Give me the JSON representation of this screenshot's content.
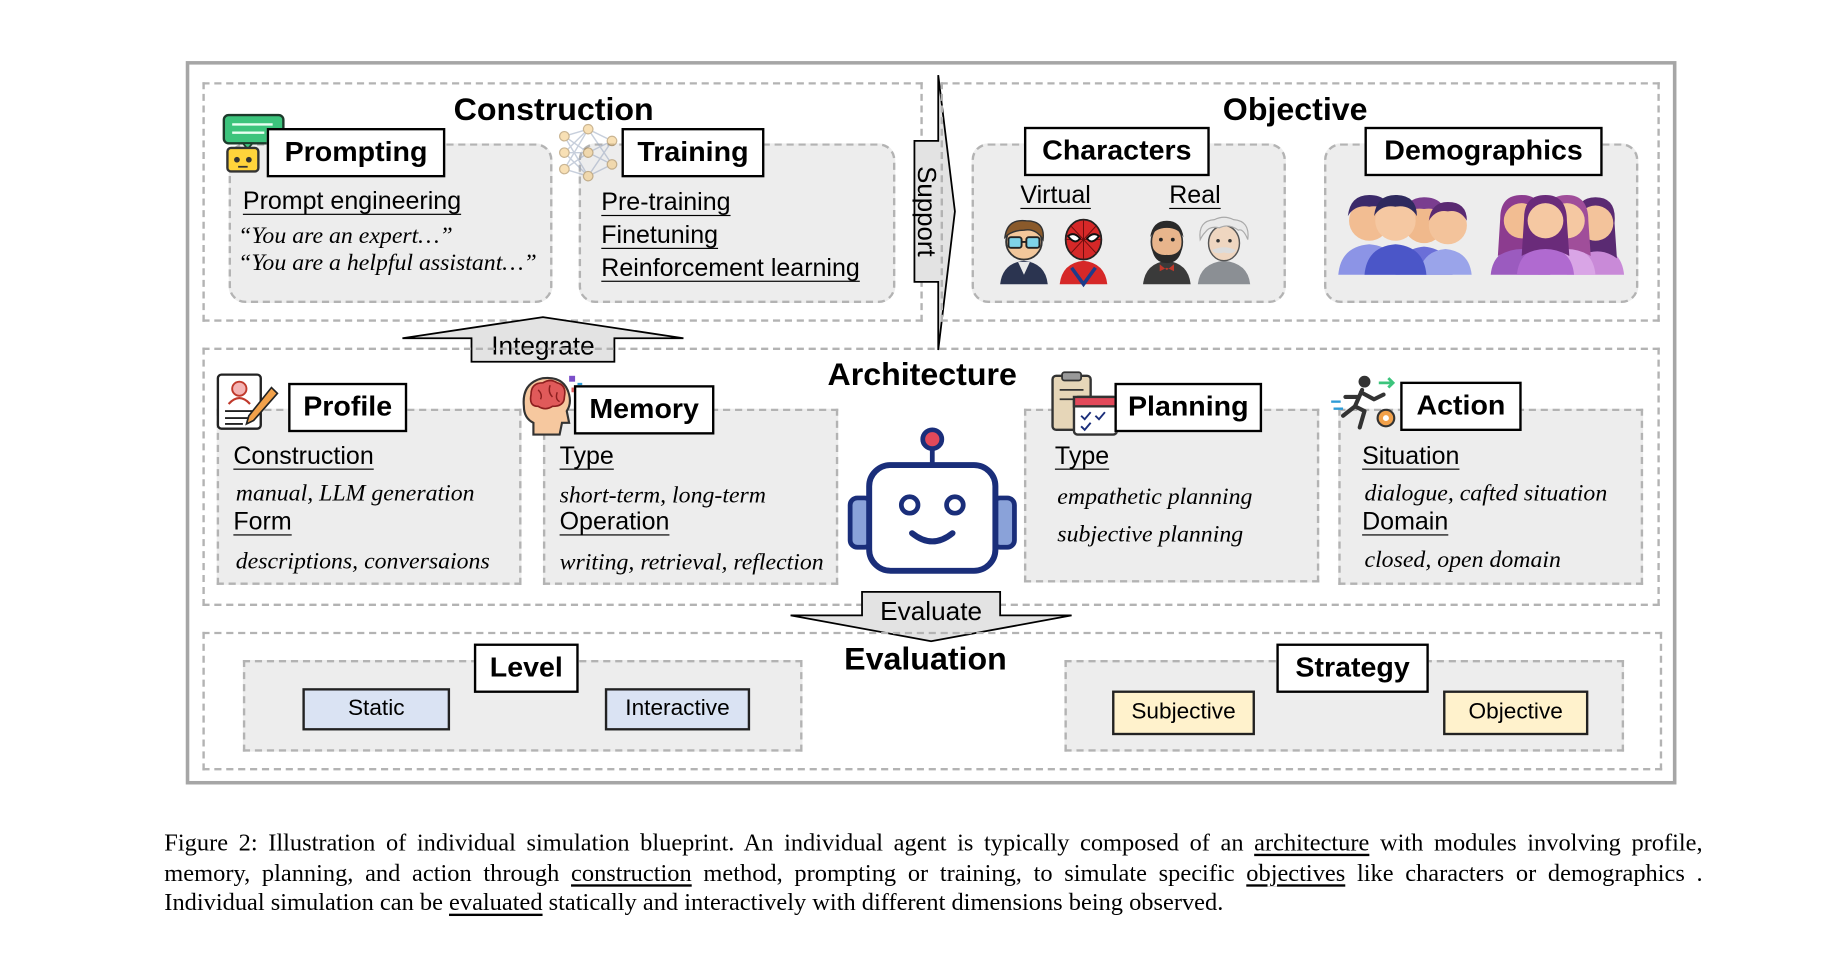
{
  "construction": {
    "title": "Construction",
    "prompting": {
      "label": "Prompting",
      "heading": "Prompt engineering",
      "examples": [
        "“You are an expert…”",
        "“You are a helpful assistant…”"
      ]
    },
    "training": {
      "label": "Training",
      "items": [
        "Pre-training",
        "Finetuning",
        "Reinforcement learning"
      ]
    }
  },
  "support_label": "Support",
  "integrate_label": "Integrate",
  "objective": {
    "title": "Objective",
    "characters": {
      "label": "Characters",
      "virtual": "Virtual",
      "real": "Real"
    },
    "demographics": {
      "label": "Demographics"
    }
  },
  "architecture": {
    "title": "Architecture",
    "profile": {
      "label": "Profile",
      "h1": "Construction",
      "v1": "manual, LLM generation",
      "h2": "Form",
      "v2": "descriptions, conversaions"
    },
    "memory": {
      "label": "Memory",
      "h1": "Type",
      "v1": "short-term, long-term",
      "h2": "Operation",
      "v2": "writing, retrieval, reflection"
    },
    "planning": {
      "label": "Planning",
      "h1": "Type",
      "v1": "empathetic planning",
      "v2": "subjective planning"
    },
    "action": {
      "label": "Action",
      "h1": "Situation",
      "v1": "dialogue, cafted situation",
      "h2": "Domain",
      "v2": "closed, open domain"
    }
  },
  "evaluate_label": "Evaluate",
  "evaluation": {
    "title": "Evaluation",
    "level": {
      "label": "Level",
      "static": "Static",
      "interactive": "Interactive"
    },
    "strategy": {
      "label": "Strategy",
      "subjective": "Subjective",
      "objective": "Objective"
    }
  },
  "caption": {
    "p1": "Figure 2: Illustration of individual simulation blueprint. An individual agent is typically composed of an ",
    "u1": "architecture",
    "p2": " with modules involving profile, memory, planning, and action through ",
    "u2": "construction",
    "p3": " method, prompting or training, to simulate specific ",
    "u3": "objectives",
    "p4": " like characters or demographics . Individual simulation can be ",
    "u4": "evaluated",
    "p5": " statically and interactively with different dimensions being observed."
  },
  "colors": {
    "label_blue": "#dae3f3",
    "label_yellow": "#fff2cc",
    "frame_gray": "#a6a6a6",
    "robot_blue": "#1a2e7a"
  }
}
